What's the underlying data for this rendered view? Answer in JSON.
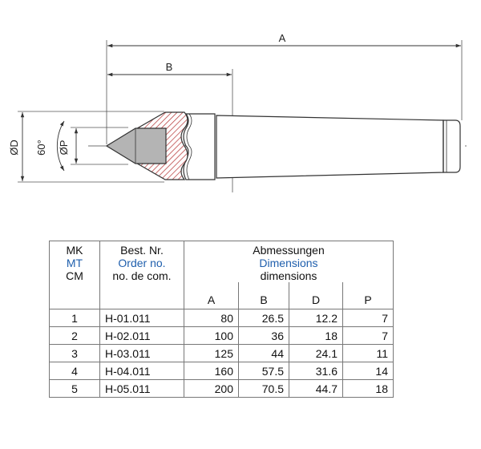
{
  "drawing": {
    "dim_A": "A",
    "dim_B": "B",
    "dim_D": "ØD",
    "dim_P": "ØP",
    "angle": "60°",
    "colors": {
      "line": "#333333",
      "tip_fill": "#b4b4b4",
      "hatch": "#b33030"
    }
  },
  "table": {
    "col1": {
      "de": "MK",
      "en": "MT",
      "fr": "CM"
    },
    "col2": {
      "de": "Best. Nr.",
      "en": "Order no.",
      "fr": "no. de com."
    },
    "dims": {
      "de": "Abmessungen",
      "en": "Dimensions",
      "fr": "dimensions"
    },
    "sub": [
      "A",
      "B",
      "D",
      "P"
    ],
    "rows": [
      {
        "mk": "1",
        "order": "H-01.011",
        "A": "80",
        "B": "26.5",
        "D": "12.2",
        "P": "7"
      },
      {
        "mk": "2",
        "order": "H-02.011",
        "A": "100",
        "B": "36",
        "D": "18",
        "P": "7"
      },
      {
        "mk": "3",
        "order": "H-03.011",
        "A": "125",
        "B": "44",
        "D": "24.1",
        "P": "11"
      },
      {
        "mk": "4",
        "order": "H-04.011",
        "A": "160",
        "B": "57.5",
        "D": "31.6",
        "P": "14"
      },
      {
        "mk": "5",
        "order": "H-05.011",
        "A": "200",
        "B": "70.5",
        "D": "44.7",
        "P": "18"
      }
    ]
  }
}
